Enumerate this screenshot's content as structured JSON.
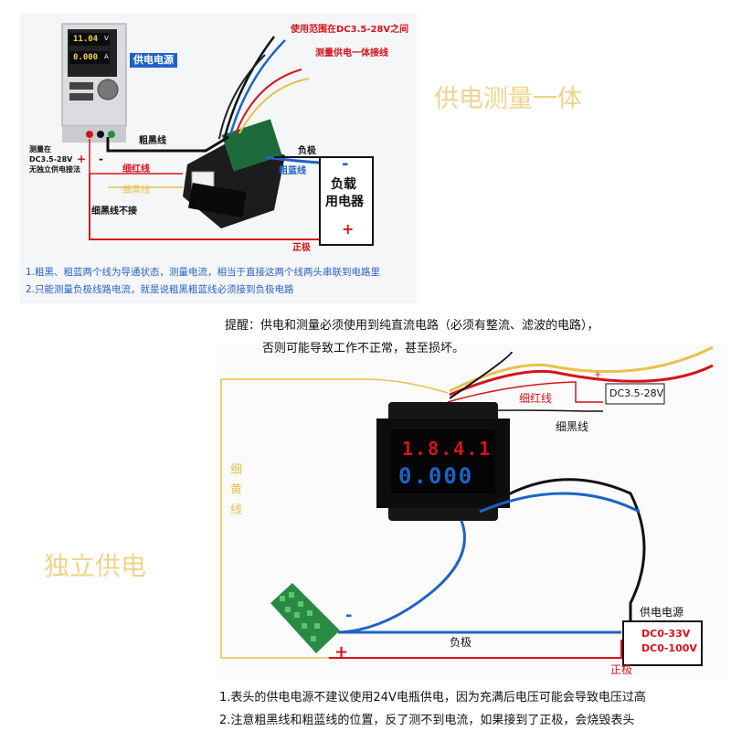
{
  "top": {
    "range_note": "使用范围在DC3.5-28V之间",
    "integrated_note": "测量供电一体接线",
    "power_supply_badge": "供电电源",
    "psu_display_top": "11.04",
    "psu_display_bottom": "0.000",
    "psu_unit_v": "V",
    "psu_unit_a": "A",
    "thick_black": "粗黑线",
    "thin_red": "细红线",
    "thin_yellow": "细黄线",
    "thin_black_unused": "细黑线不接",
    "thick_blue": "粗蓝线",
    "neg_pole": "负极",
    "pos_pole": "正极",
    "load_line1": "负载",
    "load_line2": "用电器",
    "load_minus": "-",
    "load_plus": "+",
    "left_note_line1": "测量在",
    "left_note_line2": "DC3.5-28V",
    "left_note_line3": "无独立供电接法",
    "left_plus": "+",
    "left_minus": "-",
    "note1": "1.粗黑、粗蓝两个线为导通状态，测量电流，相当于直接这两个线两头串联到电路里",
    "note2": "2.只能测量负极线路电流，就是说粗黑粗蓝线必须接到负极电路",
    "title_right": "供电测量一体"
  },
  "reminder": {
    "line1": "提醒：供电和测量必须使用到纯直流电路（必须有整流、滤波的电路），",
    "line2": "否则可能导致工作不正常，甚至损坏。"
  },
  "bottom_panel": {
    "title_left": "独立供电",
    "thin_yellow_vertical": [
      "细",
      "黄",
      "线"
    ],
    "thin_red": "细红线",
    "thin_black": "细黑线",
    "dc_range": "DC3.5-28V",
    "dc_plus": "+",
    "dc_minus": "-",
    "meter_top": "1.8.4.1",
    "meter_bottom": "0.000",
    "neg_pole": "负极",
    "pos_pole": "正极",
    "power_supply": "供电电源",
    "dc0_33": "DC0-33V",
    "dc0_100": "DC0-100V",
    "solar_minus": "-",
    "solar_plus": "+"
  },
  "footer": {
    "note1": "1.表头的供电电源不建议使用24V电瓶供电，因为充满后电压可能会导致电压过高",
    "note2": "2.注意粗黑线和粗蓝线的位置，反了测不到电流，如果接到了正极，会烧毁表头"
  },
  "colors": {
    "wire_red": "#d6131c",
    "wire_blue": "#1d63c7",
    "wire_black": "#111111",
    "wire_yellow": "#e8c14b",
    "title_gold": "#ecd58a",
    "note_blue": "#2c63c8"
  }
}
